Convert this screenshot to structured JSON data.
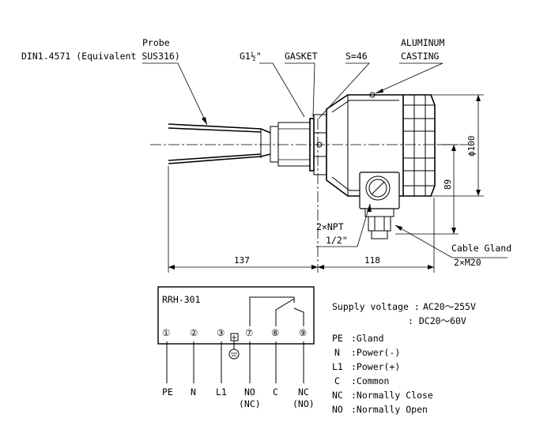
{
  "labels": {
    "probe": "Probe",
    "probe_material": "DIN1.4571 (Equivalent SUS316)",
    "thread": "G1½\"",
    "gasket": "GASKET",
    "hex": "S=46",
    "housing_1": "ALUMINUM",
    "housing_2": "CASTING",
    "npt_1": "2×NPT",
    "npt_2": "1/2\"",
    "cable_gland_1": "Cable Gland",
    "cable_gland_2": "2×M20"
  },
  "dimensions": {
    "length_probe": "137",
    "length_body": "118",
    "height": "89",
    "diameter": "ϕ100"
  },
  "wiring": {
    "model": "RRH-301",
    "terminals": [
      {
        "num": "①",
        "name": "PE",
        "alt": ""
      },
      {
        "num": "②",
        "name": "N",
        "alt": ""
      },
      {
        "num": "③",
        "name": "L1",
        "alt": ""
      },
      {
        "num": "⑦",
        "name": "NO",
        "alt": "(NC)"
      },
      {
        "num": "⑧",
        "name": "C",
        "alt": ""
      },
      {
        "num": "⑨",
        "name": "NC",
        "alt": "(NO)"
      }
    ],
    "supply_label": "Supply voltage :",
    "supply_ac": "AC20～255V",
    "supply_dc": ": DC20～60V",
    "legend": [
      {
        "key": "PE",
        "desc": ":Gland"
      },
      {
        "key": "N",
        "desc": ":Power(-)"
      },
      {
        "key": "L1",
        "desc": ":Power(+)"
      },
      {
        "key": "C",
        "desc": ":Common"
      },
      {
        "key": "NC",
        "desc": ":Normally Close"
      },
      {
        "key": "NO",
        "desc": ":Normally Open"
      }
    ]
  }
}
